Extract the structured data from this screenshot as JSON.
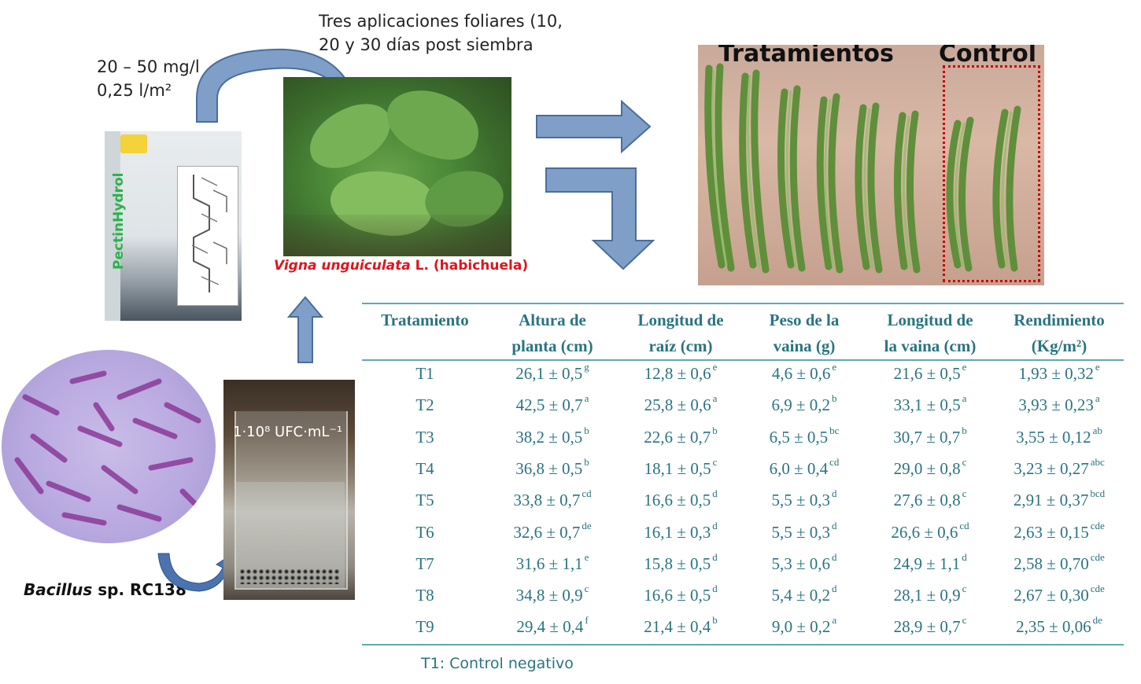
{
  "application_note": "Tres aplicaciones  foliares (10, 20 y 30 días post siembra",
  "dose_line1": "20 – 50 mg/l",
  "dose_line2": "0,25 l/m²",
  "product_label": "PectinHydrol",
  "plant_label_italic": "Vigna unguiculata",
  "plant_label_rest": " L. (habichuela)",
  "concentration": "1·10⁸ UFC·mL⁻¹",
  "bacteria_italic": "Bacillus",
  "bacteria_rest": " sp. RC138",
  "photo_labels": {
    "treatments": "Tratamientos",
    "control": "Control"
  },
  "colors": {
    "arrow_fill": "#7f9fc9",
    "arrow_stroke": "#4a6d9c",
    "table_text": "#2a7480",
    "control_box": "#d00000",
    "product_label": "#2bb24c",
    "plant_label": "#e0141b"
  },
  "table": {
    "headers": [
      [
        "Tratamiento"
      ],
      [
        "Altura de",
        "planta (cm)"
      ],
      [
        "Longitud de",
        "raíz (cm)"
      ],
      [
        "Peso de la",
        "vaina (g)"
      ],
      [
        "Longitud de",
        "la vaina (cm)"
      ],
      [
        "Rendimiento",
        "(Kg/m²)"
      ]
    ],
    "rows": [
      [
        [
          "T1",
          ""
        ],
        [
          "26,1 ± 0,5",
          "g"
        ],
        [
          "12,8 ± 0,6",
          "e"
        ],
        [
          "4,6 ± 0,6",
          "e"
        ],
        [
          "21,6 ± 0,5",
          "e"
        ],
        [
          "1,93 ± 0,32",
          "e"
        ]
      ],
      [
        [
          "T2",
          ""
        ],
        [
          "42,5 ± 0,7",
          "a"
        ],
        [
          "25,8 ± 0,6",
          "a"
        ],
        [
          "6,9 ± 0,2",
          "b"
        ],
        [
          "33,1 ± 0,5",
          "a"
        ],
        [
          "3,93 ± 0,23",
          "a"
        ]
      ],
      [
        [
          "T3",
          ""
        ],
        [
          "38,2 ± 0,5",
          "b"
        ],
        [
          "22,6 ± 0,7",
          "b"
        ],
        [
          "6,5 ± 0,5",
          "bc"
        ],
        [
          "30,7 ± 0,7",
          "b"
        ],
        [
          "3,55 ± 0,12",
          "ab"
        ]
      ],
      [
        [
          "T4",
          ""
        ],
        [
          "36,8 ± 0,5",
          "b"
        ],
        [
          "18,1 ± 0,5",
          "c"
        ],
        [
          "6,0 ± 0,4",
          "cd"
        ],
        [
          "29,0 ± 0,8",
          "c"
        ],
        [
          "3,23 ± 0,27",
          "abc"
        ]
      ],
      [
        [
          "T5",
          ""
        ],
        [
          "33,8 ± 0,7",
          "cd"
        ],
        [
          "16,6 ± 0,5",
          "d"
        ],
        [
          "5,5 ± 0,3",
          "d"
        ],
        [
          "27,6 ± 0,8",
          "c"
        ],
        [
          "2,91 ± 0,37",
          "bcd"
        ]
      ],
      [
        [
          "T6",
          ""
        ],
        [
          "32,6 ± 0,7",
          "de"
        ],
        [
          "16,1 ± 0,3",
          "d"
        ],
        [
          "5,5 ± 0,3",
          "d"
        ],
        [
          "26,6 ± 0,6",
          "cd"
        ],
        [
          "2,63 ± 0,15",
          "cde"
        ]
      ],
      [
        [
          "T7",
          ""
        ],
        [
          "31,6 ± 1,1",
          "e"
        ],
        [
          "15,8 ± 0,5",
          "d"
        ],
        [
          "5,3 ± 0,6",
          "d"
        ],
        [
          "24,9 ± 1,1",
          "d"
        ],
        [
          "2,58 ± 0,70",
          "cde"
        ]
      ],
      [
        [
          "T8",
          ""
        ],
        [
          "34,8 ± 0,9",
          "c"
        ],
        [
          "16,6 ± 0,5",
          "d"
        ],
        [
          "5,4 ± 0,2",
          "d"
        ],
        [
          "28,1 ± 0,9",
          "c"
        ],
        [
          "2,67 ± 0,30",
          "cde"
        ]
      ],
      [
        [
          "T9",
          ""
        ],
        [
          "29,4 ± 0,4",
          "f"
        ],
        [
          "21,4 ± 0,4",
          "b"
        ],
        [
          "9,0 ± 0,2",
          "a"
        ],
        [
          "28,9 ± 0,7",
          "c"
        ],
        [
          "2,35 ± 0,06",
          "de"
        ]
      ]
    ],
    "footnote": "T1: Control negativo"
  }
}
